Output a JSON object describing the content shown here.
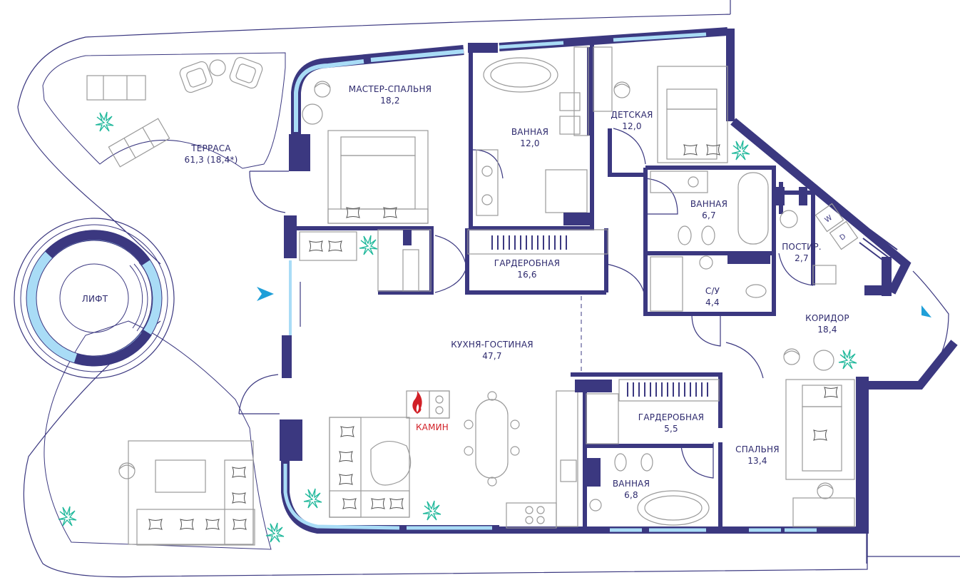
{
  "colors": {
    "wall": "#3b3880",
    "line": "#3b3880",
    "glass": "#a9dcf6",
    "furniture": "#9a9a9a",
    "plant": "#1fb89b",
    "entrance_arrow": "#1f9fd8",
    "fire": "#d11f26",
    "label": "#2e2a6e"
  },
  "rooms": {
    "terrace": {
      "name": "ТЕРРАСА",
      "area": "61,3 (18,4*)"
    },
    "lift": {
      "name": "ЛИФТ"
    },
    "master_bedroom": {
      "name": "МАСТЕР-СПАЛЬНЯ",
      "area": "18,2"
    },
    "bathroom_master": {
      "name": "ВАННАЯ",
      "area": "12,0"
    },
    "kids_room": {
      "name": "ДЕТСКАЯ",
      "area": "12,0"
    },
    "bathroom_kids": {
      "name": "ВАННАЯ",
      "area": "6,7"
    },
    "laundry": {
      "name": "ПОСТИР.",
      "area": "2,7"
    },
    "wardrobe_main": {
      "name": "ГАРДЕРОБНАЯ",
      "area": "16,6"
    },
    "wc": {
      "name": "С/У",
      "area": "4,4"
    },
    "corridor": {
      "name": "КОРИДОР",
      "area": "18,4"
    },
    "kitchen_living": {
      "name": "КУХНЯ-ГОСТИНАЯ",
      "area": "47,7"
    },
    "fireplace": {
      "name": "КАМИН"
    },
    "wardrobe_small": {
      "name": "ГАРДЕРОБНАЯ",
      "area": "5,5"
    },
    "bedroom": {
      "name": "СПАЛЬНЯ",
      "area": "13,4"
    },
    "bathroom_small": {
      "name": "ВАННАЯ",
      "area": "6,8"
    }
  },
  "appliances": {
    "washer": "W",
    "dryer": "D"
  },
  "icons": {
    "entrance_left": "arrow-right-icon",
    "entrance_right": "arrow-down-icon",
    "fireplace": "flame-icon",
    "plant": "plant-icon"
  }
}
